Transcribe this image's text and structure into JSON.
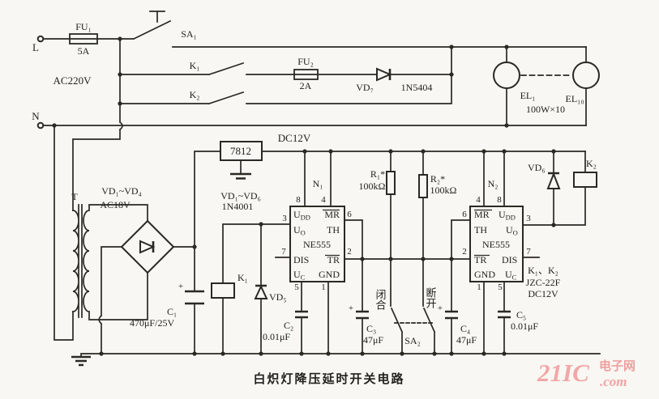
{
  "title": "白炽灯降压延时开关电路",
  "watermark": {
    "brand": "21IC",
    "site_cn": "电子网",
    "site_suffix": ".com"
  },
  "mains": {
    "live": "L",
    "neutral": "N",
    "voltage": "AC220V",
    "fuse1": "FU₁",
    "fuse1_rating": "5A",
    "manual_switch": "SA₁",
    "relay_contact1": "K₁",
    "relay_contact2": "K₂",
    "fuse2": "FU₂",
    "fuse2_rating": "2A",
    "diode_vd7": "VD₇",
    "diode_vd7_part": "1N5404"
  },
  "lamps": {
    "first": "EL₁",
    "last": "EL₁₀",
    "rating": "100W×10"
  },
  "psu": {
    "transformer": "T",
    "secondary_voltage": "AC18V",
    "bridge": "VD₁~VD₄",
    "regulator": "7812",
    "rail": "DC12V",
    "rectifier_group": "VD₁~VD₆",
    "rectifier_part": "1N4001",
    "c1": "C₁",
    "c1_value": "470μF/25V"
  },
  "timer1": {
    "designator": "N₁",
    "part": "NE555",
    "pins": {
      "p8": "8",
      "p4": "4",
      "p3": "3",
      "p7": "7",
      "p6": "6",
      "p2": "2",
      "p5": "5",
      "p1": "1"
    },
    "labels": {
      "udd_base": "U",
      "udd_sub": "DD",
      "mr": "MR",
      "uo_base": "U",
      "uo_sub": "O",
      "th": "TH",
      "dis": "DIS",
      "tr": "TR",
      "uc_base": "U",
      "uc_sub": "C",
      "gnd": "GND"
    }
  },
  "timer2": {
    "designator": "N₂",
    "part": "NE555",
    "pins": {
      "p8": "8",
      "p4": "4",
      "p3": "3",
      "p7": "7",
      "p6": "6",
      "p2": "2",
      "p5": "5",
      "p1": "1"
    },
    "labels": {
      "udd_base": "U",
      "udd_sub": "DD",
      "mr": "MR",
      "uo_base": "U",
      "uo_sub": "O",
      "th": "TH",
      "dis": "DIS",
      "tr": "TR",
      "uc_base": "U",
      "uc_sub": "C",
      "gnd": "GND"
    }
  },
  "timing": {
    "r1": "R₁*",
    "r1_value": "100kΩ",
    "r2": "R₂*",
    "r2_value": "100kΩ",
    "c2": "C₂",
    "c2_value": "0.01μF",
    "c3": "C₃",
    "c3_value": "47μF",
    "c4": "C₄",
    "c4_value": "47μF",
    "c5": "C₅",
    "c5_value": "0.01μF",
    "plus": "+"
  },
  "switch_sa2": {
    "designator": "SA₂",
    "pos_close": "闭合",
    "pos_open": "断开"
  },
  "relays": {
    "k1_coil": "K₁",
    "vd5": "VD₅",
    "vd6": "VD₆",
    "k2_coil": "K₂",
    "spec_line1": "K₁、K₂",
    "spec_line2": "JZC-22F",
    "spec_line3": "DC12V"
  }
}
